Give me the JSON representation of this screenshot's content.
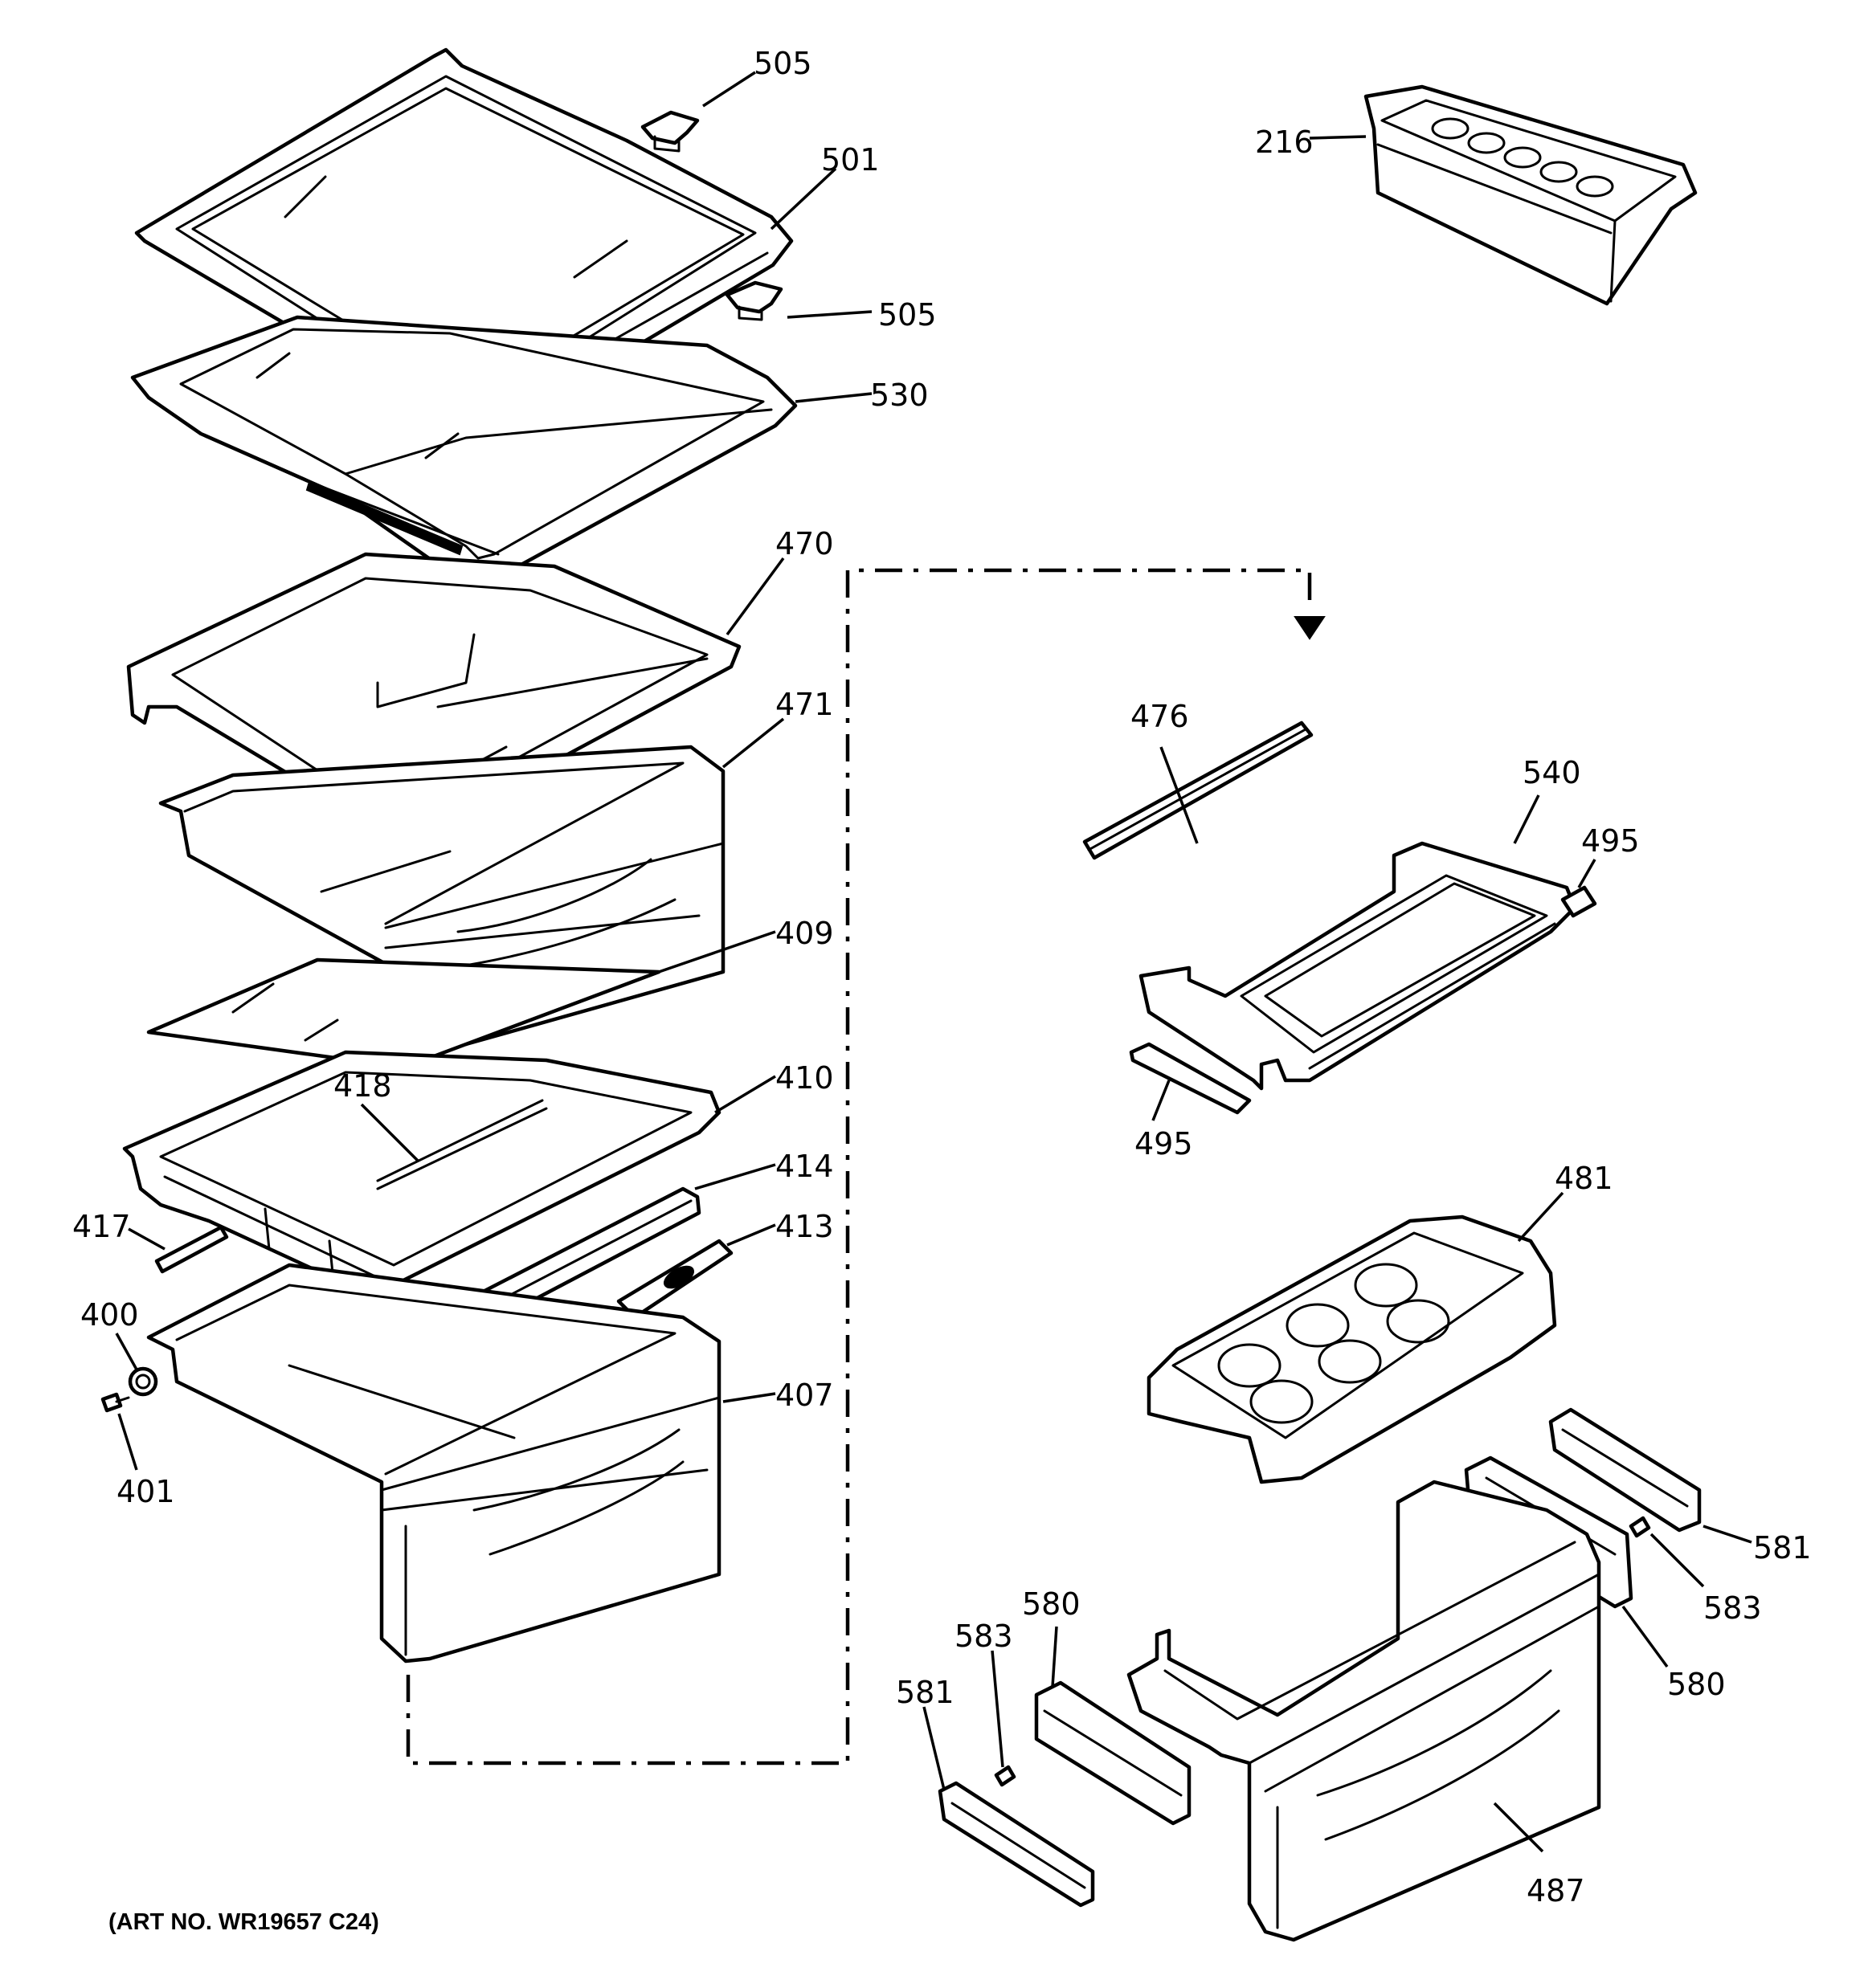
{
  "art_number": "(ART NO. WR19657 C24)",
  "callouts": {
    "c505_top": "505",
    "c501": "501",
    "c505_mid": "505",
    "c530": "530",
    "c216": "216",
    "c470": "470",
    "c471": "471",
    "c409": "409",
    "c418": "418",
    "c410": "410",
    "c414": "414",
    "c417": "417",
    "c413": "413",
    "c400": "400",
    "c401": "401",
    "c407": "407",
    "c476": "476",
    "c540": "540",
    "c495_right": "495",
    "c495_bottom": "495",
    "c481": "481",
    "c581_right": "581",
    "c583_right": "583",
    "c580_right": "580",
    "c580_left": "580",
    "c583_left": "583",
    "c581_left": "581",
    "c487": "487"
  }
}
